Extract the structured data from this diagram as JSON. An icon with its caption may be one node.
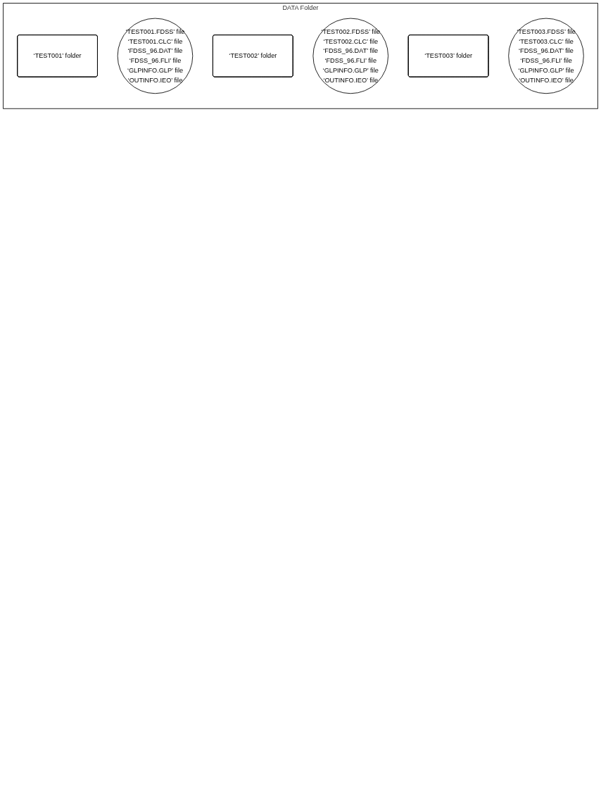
{
  "diagram": {
    "nodes": [
      {
        "text": [
          "DATA Folder"
        ]
      },
      {
        "text": [
          "‘TEST001’ folder"
        ],
        "in": 0
      },
      {
        "text": [
          "‘TEST001.FDSS’ file",
          "‘TEST001.CLC’ file",
          "‘FDSS_96.DAT’ file",
          "‘FDSS_96.FLI’ file",
          "‘GLPINFO.GLP’ file",
          "‘OUTINFO.IEO’ file"
        ],
        "in": 0
      },
      {
        "text": [
          "‘TEST002’ folder"
        ],
        "in": 0
      },
      {
        "text": [
          "‘TEST002.FDSS’ file",
          "‘TEST002.CLC’ file",
          "‘FDSS_96.DAT’ file",
          "‘FDSS_96.FLI’ file",
          "‘GLPINFO.GLP’ file",
          "‘OUTINFO.IEO’ file"
        ],
        "in": 0
      },
      {
        "text": [
          "‘TEST003’ folder"
        ],
        "in": 0
      },
      {
        "text": [
          "‘TEST003.FDSS’ file",
          "‘TEST003.CLC’ file",
          "‘FDSS_96.DAT’ file",
          "‘FDSS_96.FLI’ file",
          "‘GLPINFO.GLP’ file",
          "‘OUTINFO.IEO’ file"
        ],
        "in": 0
      }
    ],
    "edges": []
  }
}
